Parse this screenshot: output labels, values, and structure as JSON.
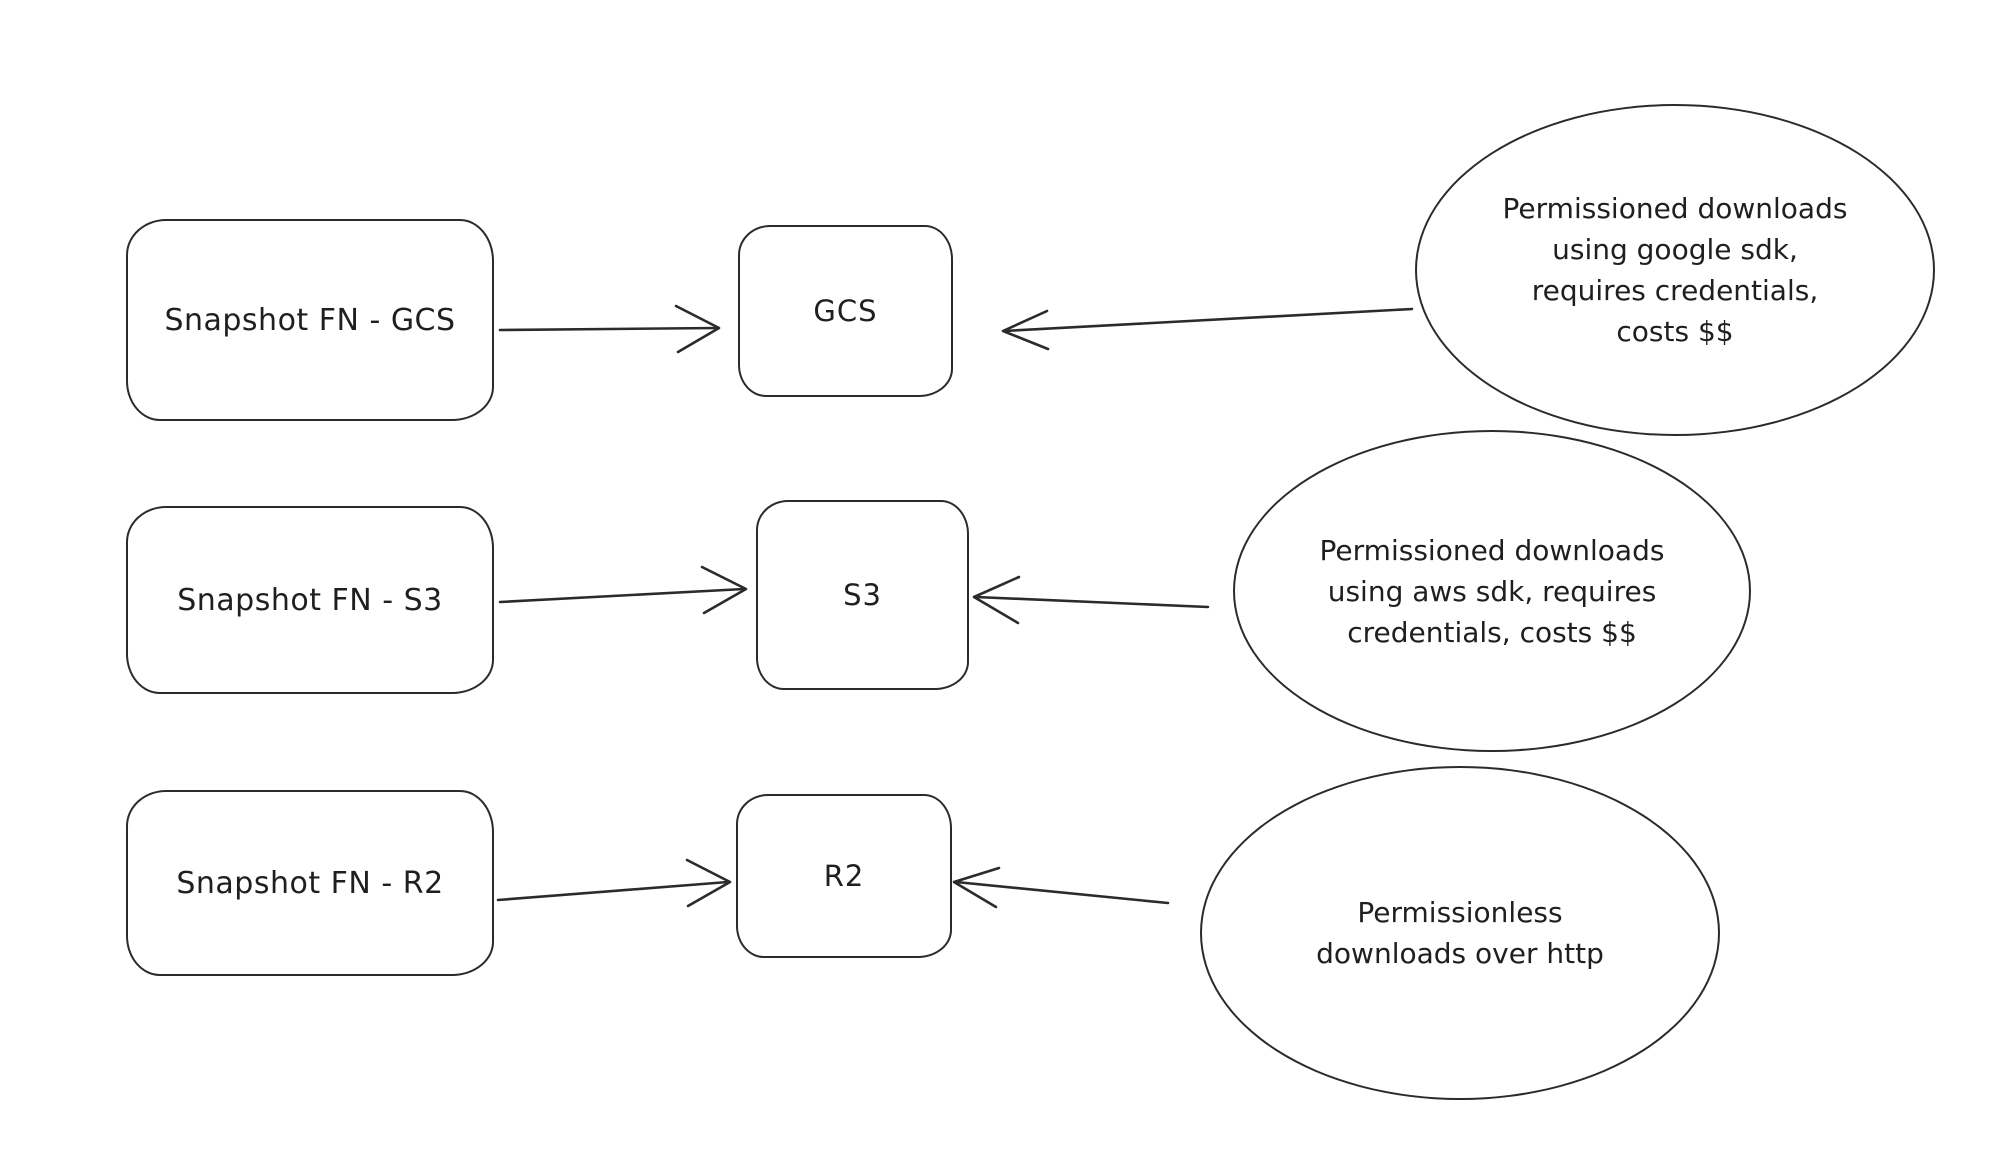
{
  "canvas": {
    "background": "#ffffff",
    "stroke_color": "#2b2b2b",
    "text_color": "#1f1f1f"
  },
  "rows": [
    {
      "source_label": "Snapshot FN - GCS",
      "target_label": "GCS",
      "note_lines": [
        "Permissioned downloads",
        "using google sdk,",
        "requires credentials,",
        "costs $$"
      ]
    },
    {
      "source_label": "Snapshot FN - S3",
      "target_label": "S3",
      "note_lines": [
        "Permissioned downloads",
        "using aws sdk, requires",
        "credentials, costs $$"
      ]
    },
    {
      "source_label": "Snapshot FN - R2",
      "target_label": "R2",
      "note_lines": [
        "Permissionless",
        "downloads over http"
      ]
    }
  ]
}
